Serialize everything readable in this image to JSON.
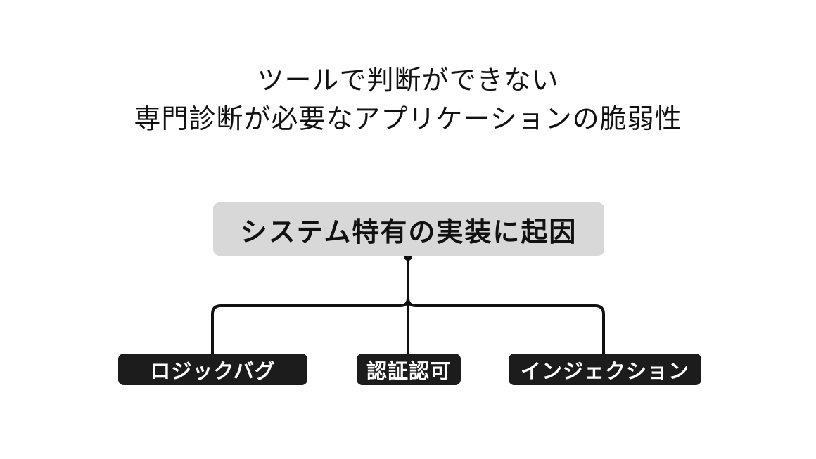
{
  "title": {
    "line1": "ツールで判断ができない",
    "line2": "専門診断が必要なアプリケーションの脆弱性"
  },
  "diagram": {
    "type": "tree",
    "root_node": {
      "label": "システム特有の実装に起因"
    },
    "child_nodes": [
      {
        "label": "ロジックバグ"
      },
      {
        "label": "認証認可"
      },
      {
        "label": "インジェクション"
      }
    ]
  },
  "colors": {
    "background": "#ffffff",
    "title_text": "#111111",
    "root_node_background": "#d8d8d8",
    "root_node_text": "#111111",
    "child_node_background": "#1c1c1c",
    "child_node_text": "#ffffff",
    "connector_line": "#111111"
  }
}
